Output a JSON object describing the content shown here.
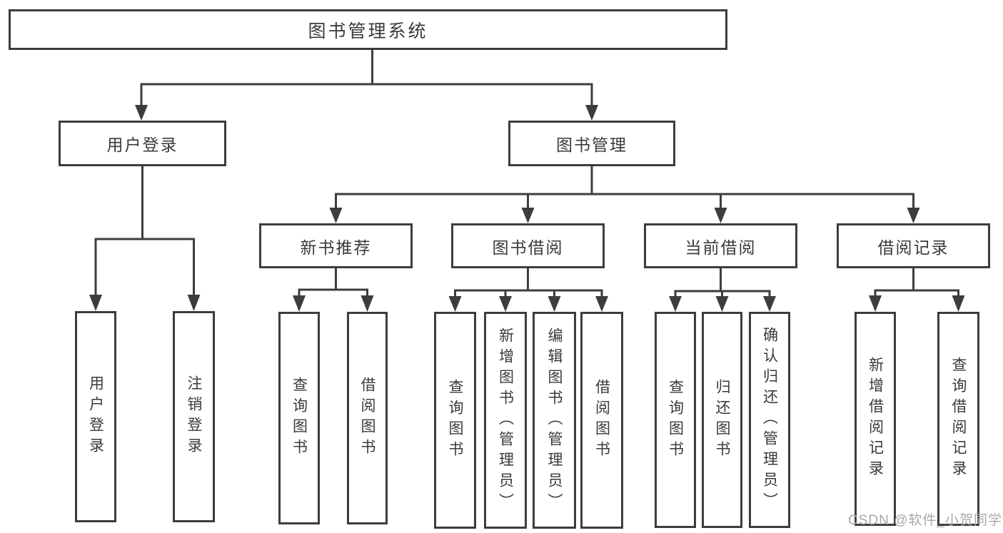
{
  "nodes": {
    "root": "图书管理系统",
    "level1": [
      "用户登录",
      "图书管理"
    ],
    "level2": [
      "新书推荐",
      "图书借阅",
      "当前借阅",
      "借阅记录"
    ],
    "leaves": [
      "用户登录",
      "注销登录",
      "查询图书",
      "借阅图书",
      "查询图书",
      "新增图书（管理员）",
      "编辑图书（管理员）",
      "借阅图书",
      "查询图书",
      "归还图书",
      "确认归还（管理员）",
      "新增借阅记录",
      "查询借阅记录"
    ]
  },
  "watermark": "CSDN @软件_小贺同学",
  "colors": {
    "line": "#3d3d3d",
    "text": "#3a3a3a",
    "watermark": "#a8a8a8"
  }
}
